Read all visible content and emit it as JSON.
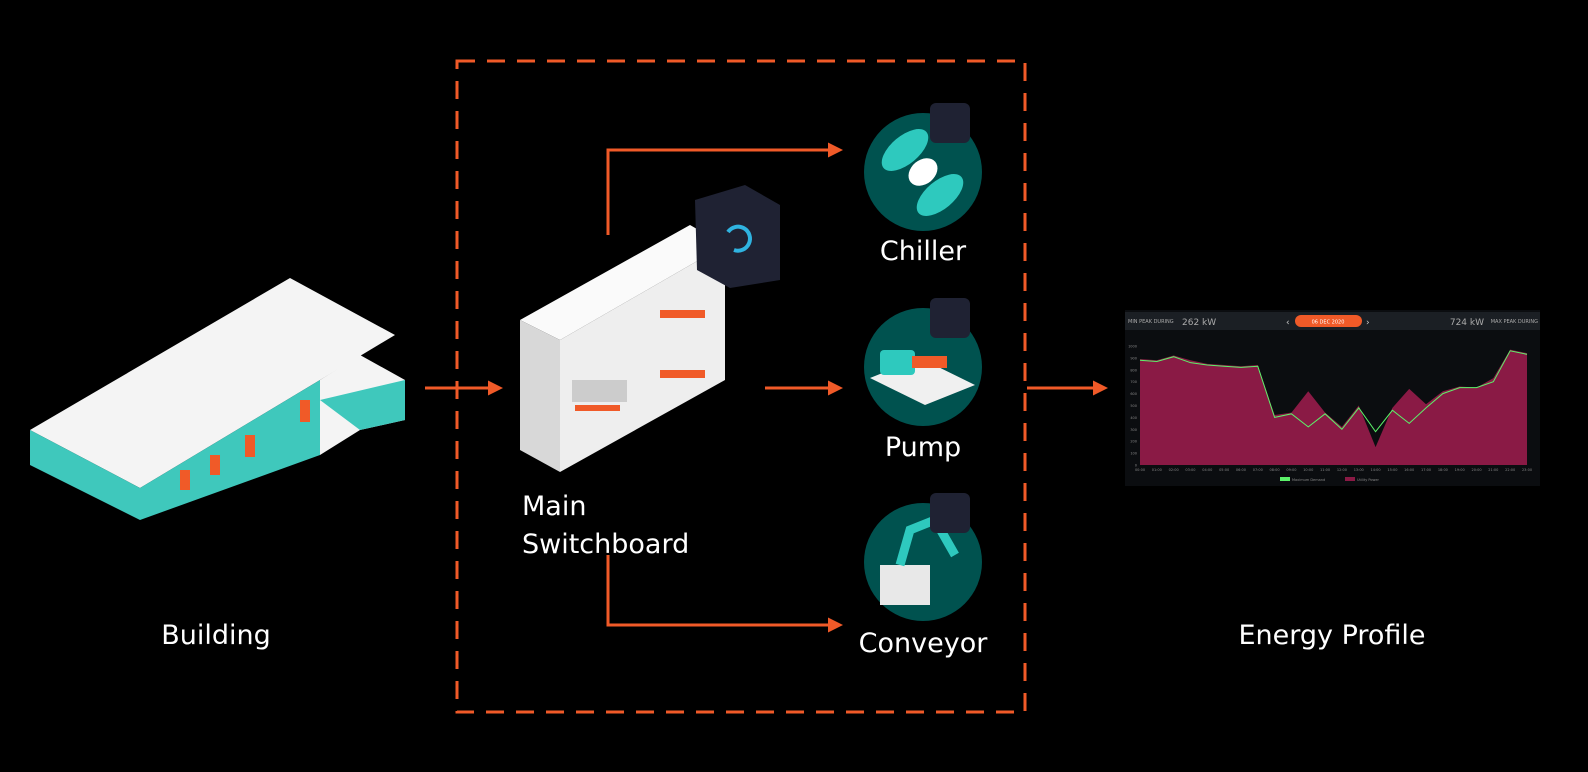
{
  "nodes": {
    "building": "Building",
    "switchboard_line1": "Main",
    "switchboard_line2": "Switchboard",
    "chiller": "Chiller",
    "pump": "Pump",
    "conveyor": "Conveyor",
    "energy_profile": "Energy Profile"
  },
  "colors": {
    "accent": "#f05a28",
    "teal": "#00524f",
    "area": "#8a1a45",
    "line": "#5cf26a"
  },
  "chart_data": {
    "type": "area",
    "header": {
      "min_label": "MIN PEAK DURING",
      "min_value": "262 kW",
      "date": "06 DEC 2020",
      "max_value": "724 kW",
      "max_label": "MAX PEAK DURING"
    },
    "x": [
      "00:00",
      "01:00",
      "02:00",
      "03:00",
      "04:00",
      "05:00",
      "06:00",
      "07:00",
      "08:00",
      "09:00",
      "10:00",
      "11:00",
      "12:00",
      "13:00",
      "14:00",
      "15:00",
      "16:00",
      "17:00",
      "18:00",
      "19:00",
      "20:00",
      "21:00",
      "22:00",
      "23:00"
    ],
    "ylim": [
      0,
      1000
    ],
    "yticks": [
      0,
      100,
      200,
      300,
      400,
      500,
      600,
      700,
      800,
      900,
      1000
    ],
    "series": [
      {
        "name": "Maximum Demand",
        "values": [
          880,
          870,
          910,
          860,
          840,
          830,
          820,
          830,
          400,
          430,
          320,
          430,
          300,
          480,
          280,
          460,
          350,
          480,
          600,
          650,
          650,
          700,
          960,
          930
        ]
      },
      {
        "name": "Utility Power",
        "values": [
          890,
          880,
          920,
          880,
          850,
          840,
          830,
          840,
          420,
          440,
          620,
          440,
          320,
          500,
          150,
          480,
          640,
          510,
          620,
          660,
          650,
          730,
          970,
          940
        ]
      }
    ]
  }
}
